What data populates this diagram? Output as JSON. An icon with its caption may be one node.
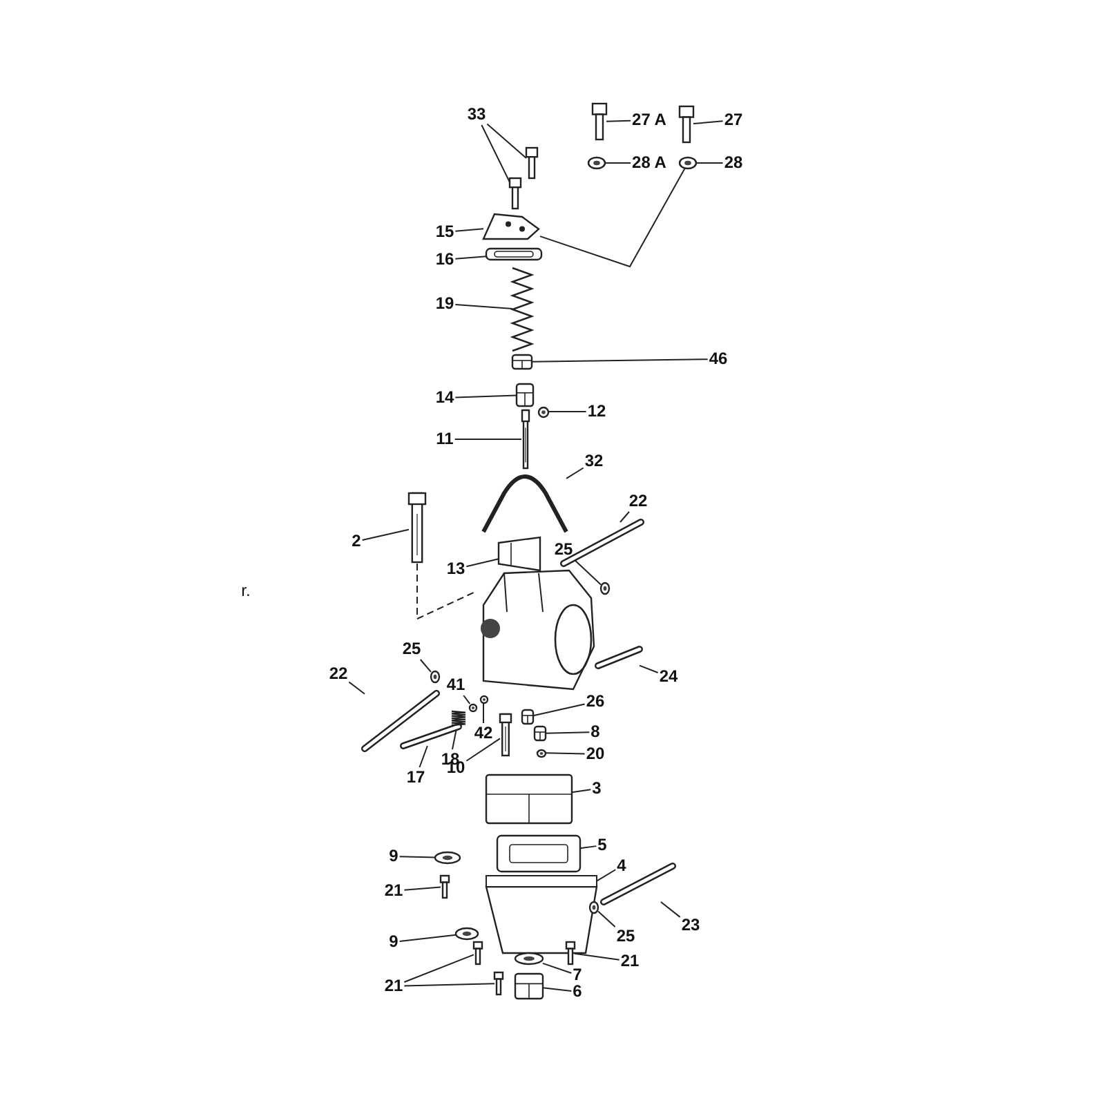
{
  "diagram": {
    "nodes": [
      {
        "text": [
          "33"
        ]
      },
      {
        "text": [],
        "shape": "screw"
      },
      {
        "text": [],
        "shape": "screw"
      },
      {
        "text": [
          "27 A"
        ]
      },
      {
        "text": [],
        "shape": "screw"
      },
      {
        "text": [
          "27"
        ]
      },
      {
        "text": [],
        "shape": "screw"
      },
      {
        "text": [
          "28 A"
        ]
      },
      {
        "text": [],
        "shape": "washer"
      },
      {
        "text": [
          "28"
        ]
      },
      {
        "text": [],
        "shape": "washer"
      },
      {
        "text": [
          "15"
        ]
      },
      {
        "text": [],
        "shape": "cap"
      },
      {
        "text": [
          "16"
        ]
      },
      {
        "text": [],
        "shape": "gasket"
      },
      {
        "text": [
          "19"
        ]
      },
      {
        "text": [],
        "shape": "spring"
      },
      {
        "text": [
          "46"
        ]
      },
      {
        "text": [],
        "shape": "box"
      },
      {
        "text": [
          "14"
        ]
      },
      {
        "text": [],
        "shape": "box"
      },
      {
        "text": [
          "12"
        ]
      },
      {
        "text": [],
        "shape": "washer"
      },
      {
        "text": [
          "11"
        ]
      },
      {
        "text": [],
        "shape": "rod"
      },
      {
        "text": [
          "32"
        ]
      },
      {
        "text": [],
        "shape": "cable"
      },
      {
        "text": [
          "2"
        ]
      },
      {
        "text": [],
        "shape": "rod"
      },
      {
        "text": [
          "13"
        ]
      },
      {
        "text": [],
        "shape": "slide"
      },
      {
        "text": [
          "22"
        ]
      },
      {
        "text": [],
        "shape": "hose"
      },
      {
        "text": [
          "25"
        ]
      },
      {
        "text": [],
        "shape": "washer"
      },
      {
        "text": [
          "24"
        ]
      },
      {
        "text": [],
        "shape": "hose"
      },
      {
        "text": [
          "25"
        ]
      },
      {
        "text": [],
        "shape": "washer"
      },
      {
        "text": [
          "22"
        ]
      },
      {
        "text": [],
        "shape": "hose"
      },
      {
        "text": [
          "41"
        ]
      },
      {
        "text": [],
        "shape": "washer"
      },
      {
        "text": [
          "42"
        ]
      },
      {
        "text": [],
        "shape": "washer"
      },
      {
        "text": [
          "26"
        ]
      },
      {
        "text": [],
        "shape": "box"
      },
      {
        "text": [
          "8"
        ]
      },
      {
        "text": [],
        "shape": "box"
      },
      {
        "text": [
          "20"
        ]
      },
      {
        "text": [],
        "shape": "washer"
      },
      {
        "text": [
          "17"
        ]
      },
      {
        "text": [],
        "shape": "hose"
      },
      {
        "text": [
          "18"
        ]
      },
      {
        "text": [],
        "shape": "spring"
      },
      {
        "text": [
          "10"
        ]
      },
      {
        "text": [],
        "shape": "rod"
      },
      {
        "text": [
          "3"
        ]
      },
      {
        "text": [],
        "shape": "box"
      },
      {
        "text": [
          "5"
        ]
      },
      {
        "text": [],
        "shape": "gasket"
      },
      {
        "text": [
          "4"
        ]
      },
      {
        "text": [],
        "shape": "bowl"
      },
      {
        "text": [
          "9"
        ]
      },
      {
        "text": [],
        "shape": "washer"
      },
      {
        "text": [
          "21"
        ]
      },
      {
        "text": [],
        "shape": "screw"
      },
      {
        "text": [
          "23"
        ]
      },
      {
        "text": [],
        "shape": "hose"
      },
      {
        "text": [
          "25"
        ]
      },
      {
        "text": [],
        "shape": "washer"
      },
      {
        "text": [
          "9"
        ]
      },
      {
        "text": [],
        "shape": "washer"
      },
      {
        "text": [
          "21"
        ]
      },
      {
        "text": [],
        "shape": "screw"
      },
      {
        "text": [
          "21"
        ]
      },
      {
        "text": [],
        "shape": "screw"
      },
      {
        "text": [],
        "shape": "screw"
      },
      {
        "text": [
          "7"
        ]
      },
      {
        "text": [],
        "shape": "washer"
      },
      {
        "text": [
          "6"
        ]
      },
      {
        "text": [],
        "shape": "box"
      },
      {
        "text": [],
        "shape": "picture"
      }
    ],
    "edges": [
      {
        "from": 0,
        "to": 1,
        "arrow": "none"
      },
      {
        "from": 0,
        "to": 2,
        "arrow": "none"
      },
      {
        "from": 3,
        "to": 4,
        "arrow": "none"
      },
      {
        "from": 5,
        "to": 6,
        "arrow": "none"
      },
      {
        "from": 7,
        "to": 8,
        "arrow": "none"
      },
      {
        "from": 9,
        "to": 10,
        "arrow": "none"
      },
      {
        "from": 11,
        "to": 12,
        "arrow": "none"
      },
      {
        "from": 13,
        "to": 14,
        "arrow": "none"
      },
      {
        "from": 15,
        "to": 16,
        "arrow": "none"
      },
      {
        "from": 17,
        "to": 18,
        "arrow": "none"
      },
      {
        "from": 19,
        "to": 20,
        "arrow": "none"
      },
      {
        "from": 21,
        "to": 22,
        "arrow": "none"
      },
      {
        "from": 23,
        "to": 24,
        "arrow": "none"
      },
      {
        "from": 25,
        "to": 26,
        "arrow": "none"
      },
      {
        "from": 27,
        "to": 28,
        "arrow": "none"
      },
      {
        "from": 29,
        "to": 30,
        "arrow": "none"
      },
      {
        "from": 31,
        "to": 32,
        "arrow": "none"
      },
      {
        "from": 33,
        "to": 34,
        "arrow": "none"
      },
      {
        "from": 35,
        "to": 36,
        "arrow": "none"
      },
      {
        "from": 37,
        "to": 38,
        "arrow": "none"
      },
      {
        "from": 39,
        "to": 40,
        "arrow": "none"
      },
      {
        "from": 41,
        "to": 42,
        "arrow": "none"
      },
      {
        "from": 43,
        "to": 44,
        "arrow": "none"
      },
      {
        "from": 45,
        "to": 46,
        "arrow": "none"
      },
      {
        "from": 47,
        "to": 48,
        "arrow": "none"
      },
      {
        "from": 49,
        "to": 50,
        "arrow": "none"
      },
      {
        "from": 51,
        "to": 52,
        "arrow": "none"
      },
      {
        "from": 53,
        "to": 54,
        "arrow": "none"
      },
      {
        "from": 55,
        "to": 56,
        "arrow": "none"
      },
      {
        "from": 57,
        "to": 58,
        "arrow": "none"
      },
      {
        "from": 59,
        "to": 60,
        "arrow": "none"
      },
      {
        "from": 61,
        "to": 62,
        "arrow": "none"
      },
      {
        "from": 63,
        "to": 64,
        "arrow": "none"
      },
      {
        "from": 65,
        "to": 66,
        "arrow": "none"
      },
      {
        "from": 67,
        "to": 68,
        "arrow": "none"
      },
      {
        "from": 69,
        "to": 70,
        "arrow": "none"
      },
      {
        "from": 71,
        "to": 72,
        "arrow": "none"
      },
      {
        "from": 73,
        "to": 74,
        "arrow": "none"
      },
      {
        "from": 75,
        "to": 76,
        "arrow": "none"
      },
      {
        "from": 75,
        "to": 77,
        "arrow": "none"
      },
      {
        "from": 78,
        "to": 79,
        "arrow": "none"
      },
      {
        "from": 80,
        "to": 81,
        "arrow": "none"
      },
      {
        "from": 28,
        "to": 82,
        "arrow": "none",
        "style": "dashed"
      },
      {
        "from": 12,
        "to": 10,
        "arrow": "none"
      }
    ],
    "labels": [
      "r."
    ]
  }
}
